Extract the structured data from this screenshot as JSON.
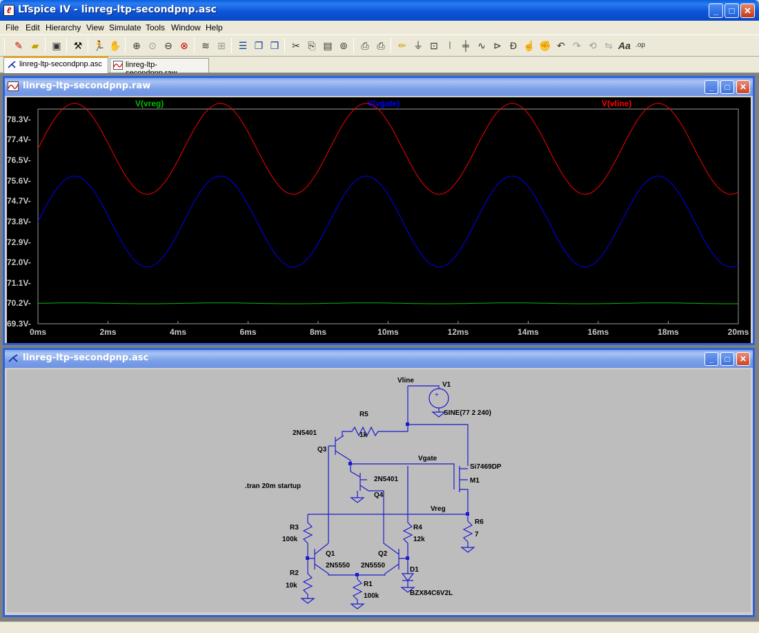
{
  "window": {
    "title": "LTspice IV - linreg-ltp-secondpnp.asc",
    "app_icon": "ltspice-logo-icon"
  },
  "menu": [
    "File",
    "Edit",
    "Hierarchy",
    "View",
    "Simulate",
    "Tools",
    "Window",
    "Help"
  ],
  "tabs": [
    {
      "label": "linreg-ltp-secondpnp.asc",
      "icon": "schematic-icon",
      "active": true
    },
    {
      "label": "linreg-ltp-secondpnp.raw",
      "icon": "waveform-icon",
      "active": false
    }
  ],
  "waveform_window": {
    "title": "linreg-ltp-secondpnp.raw",
    "traces": [
      {
        "label": "V(vreg)",
        "color": "#00c000"
      },
      {
        "label": "V(vgate)",
        "color": "#0000ff"
      },
      {
        "label": "V(vline)",
        "color": "#ff0000"
      }
    ],
    "y_ticks": [
      "78.3V-",
      "77.4V-",
      "76.5V-",
      "75.6V-",
      "74.7V-",
      "73.8V-",
      "72.9V-",
      "72.0V-",
      "71.1V-",
      "70.2V-",
      "69.3V-"
    ],
    "x_ticks": [
      "0ms",
      "2ms",
      "4ms",
      "6ms",
      "8ms",
      "10ms",
      "12ms",
      "14ms",
      "16ms",
      "18ms",
      "20ms"
    ]
  },
  "chart_data": {
    "type": "line",
    "xlabel": "",
    "ylabel": "",
    "xlim": [
      0,
      20
    ],
    "ylim": [
      69.3,
      79.2
    ],
    "series": [
      {
        "name": "V(vline)",
        "color": "#ff0000",
        "offset": 77,
        "amplitude": 2,
        "frequency_hz": 240
      },
      {
        "name": "V(vgate)",
        "color": "#0000ff",
        "offset": 73.8,
        "amplitude": 2,
        "frequency_hz": 240
      },
      {
        "name": "V(vreg)",
        "color": "#00c000",
        "offset": 70.2,
        "amplitude": 0.02,
        "frequency_hz": 240
      }
    ]
  },
  "schematic_window": {
    "title": "linreg-ltp-secondpnp.asc",
    "labels": {
      "vline": "Vline",
      "v1": "V1",
      "v1_value": "SINE(77 2 240)",
      "r5": "R5",
      "r5_value": "1k",
      "q3_model": "2N5401",
      "q3": "Q3",
      "vgate": "Vgate",
      "m1_model": "Si7469DP",
      "m1": "M1",
      "q4_model": "2N5401",
      "q4": "Q4",
      "tran": ".tran 20m startup",
      "vreg": "Vreg",
      "r6": "R6",
      "r6_value": "7",
      "r3": "R3",
      "r3_value": "100k",
      "r4": "R4",
      "r4_value": "12k",
      "q1": "Q1",
      "q1_model": "2N5550",
      "q2": "Q2",
      "q2_model": "2N5550",
      "d1": "D1",
      "d1_model": "BZX84C6V2L",
      "r2": "R2",
      "r2_value": "10k",
      "r1": "R1",
      "r1_value": "100k"
    }
  }
}
